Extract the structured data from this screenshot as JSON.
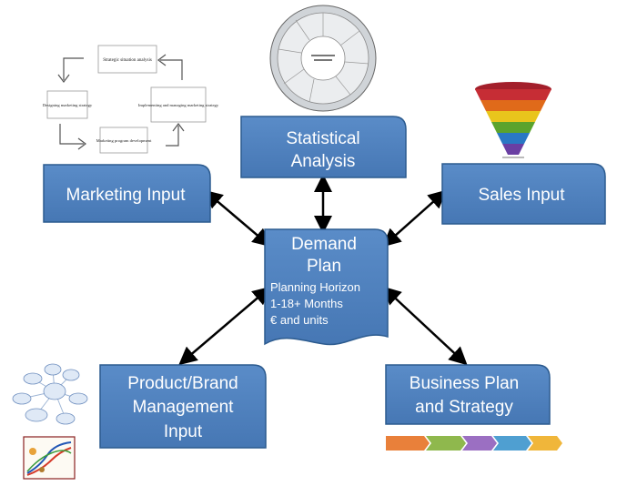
{
  "boxes": {
    "statistical": {
      "line1": "Statistical",
      "line2": "Analysis"
    },
    "marketing": {
      "label": "Marketing Input"
    },
    "sales": {
      "label": "Sales Input"
    },
    "demand": {
      "title1": "Demand",
      "title2": "Plan",
      "sub1": "Planning Horizon",
      "sub2": "1-18+ Months",
      "sub3": "€ and units"
    },
    "product": {
      "line1": "Product/Brand",
      "line2": "Management",
      "line3": "Input"
    },
    "business": {
      "line1": "Business Plan",
      "line2": "and Strategy"
    }
  },
  "marketing_cycle": {
    "steps": [
      "Strategic situation analysis",
      "Implementing and managing marketing strategy",
      "Marketing program development",
      "Designing marketing strategy"
    ]
  },
  "colors": {
    "box_fill": "#4f81bd",
    "box_stroke": "#2c5b8f",
    "arrow": "#000000"
  }
}
